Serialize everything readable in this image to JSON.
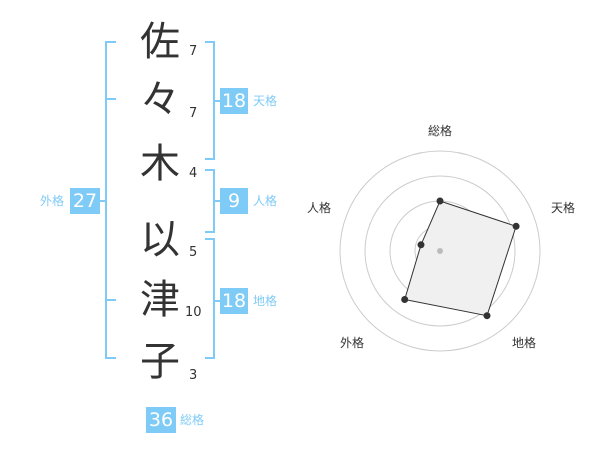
{
  "characters": [
    {
      "char": "佐",
      "strokes": "7"
    },
    {
      "char": "々",
      "strokes": "7"
    },
    {
      "char": "木",
      "strokes": "4"
    },
    {
      "char": "以",
      "strokes": "5"
    },
    {
      "char": "津",
      "strokes": "10"
    },
    {
      "char": "子",
      "strokes": "3"
    }
  ],
  "kakusu": {
    "tenkaku": {
      "value": "18",
      "label": "天格"
    },
    "jinkaku": {
      "value": "9",
      "label": "人格"
    },
    "chikaku": {
      "value": "18",
      "label": "地格"
    },
    "gaikaku": {
      "value": "27",
      "label": "外格"
    },
    "soukaku": {
      "value": "36",
      "label": "総格"
    }
  },
  "radar": {
    "labels": {
      "sou": "総格",
      "ten": "天格",
      "chi": "地格",
      "gai": "外格",
      "jin": "人格"
    },
    "levels": {
      "sou": 0.5,
      "ten": 0.8,
      "chi": 0.8,
      "gai": 0.6,
      "jin": 0.2
    },
    "colors": {
      "fill": "#f0f0f0",
      "line": "#333333",
      "ring": "#cccccc",
      "center": "#bbbbbb"
    }
  },
  "colors": {
    "accent": "#7fcbf7",
    "text": "#333333"
  }
}
